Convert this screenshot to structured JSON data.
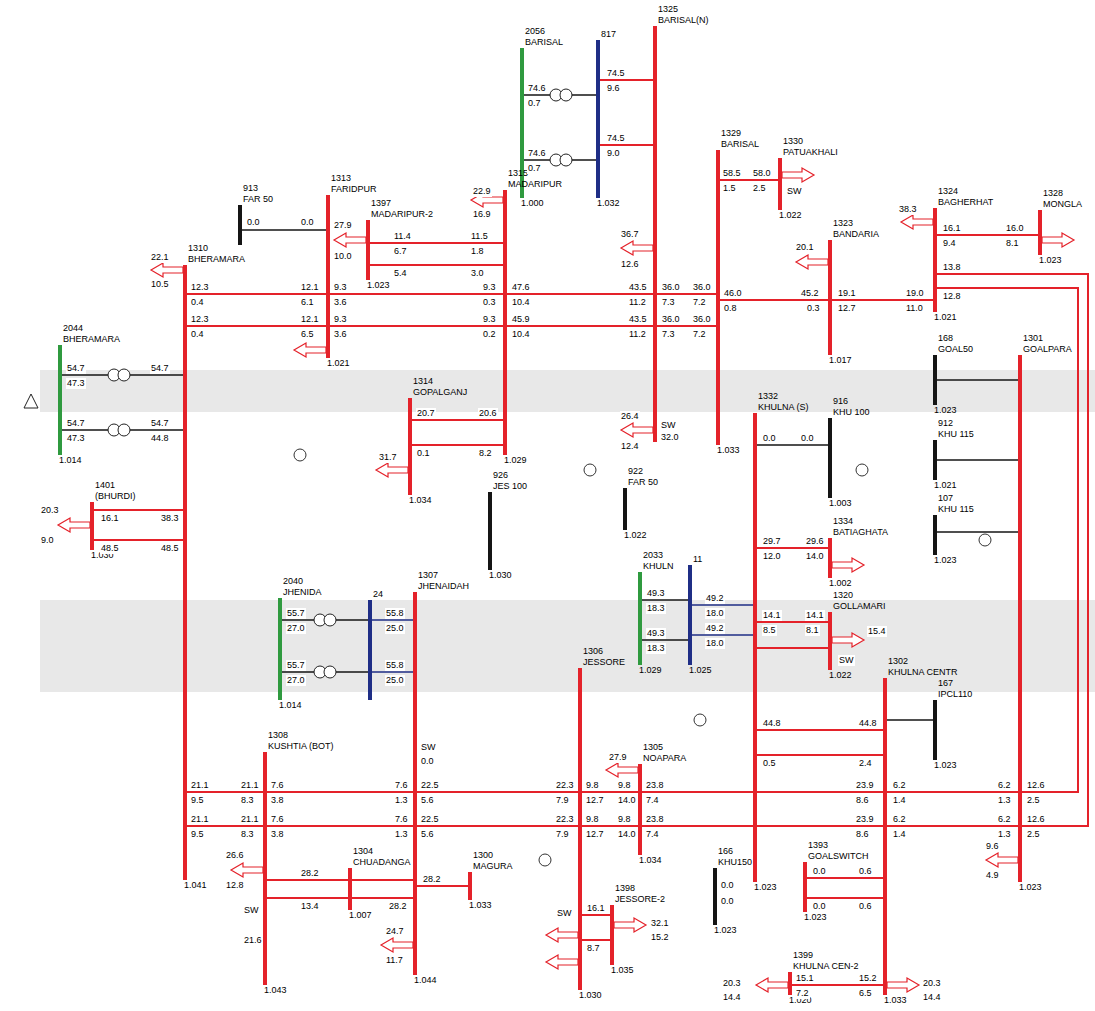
{
  "diagram": {
    "nodes": [
      {
        "text": [
          "2056",
          "BARISAL",
          "1.000"
        ]
      },
      {
        "text": [
          "817",
          "1.032"
        ]
      },
      {
        "text": [
          "1325",
          "BARISAL(N)"
        ]
      },
      {
        "text": [
          "913",
          "FAR 50"
        ]
      },
      {
        "text": [
          "1313",
          "FARIDPUR",
          "1.021"
        ]
      },
      {
        "text": [
          "1397",
          "MADARIPUR-2",
          "1.023"
        ]
      },
      {
        "text": [
          "1315",
          "MADARIPUR",
          "1.029"
        ]
      },
      {
        "text": [
          "1329",
          "BARISAL",
          "1.033"
        ]
      },
      {
        "text": [
          "1330",
          "PATUAKHALI",
          "1.022"
        ]
      },
      {
        "text": [
          "1324",
          "BAGHERHAT",
          "1.021"
        ]
      },
      {
        "text": [
          "1328",
          "MONGLA",
          "1.023"
        ]
      },
      {
        "text": [
          "1323",
          "BANDARIA",
          "1.017"
        ]
      },
      {
        "text": [
          "1310",
          "BHERAMARA",
          "1.041"
        ]
      },
      {
        "text": [
          "2044",
          "BHERAMARA",
          "1.014"
        ]
      },
      {
        "text": [
          "1401",
          "(BHURDI)",
          "1.030"
        ]
      },
      {
        "text": [
          "1314",
          "GOPALGANJ",
          "1.034"
        ]
      },
      {
        "text": [
          "922",
          "FAR 50",
          "1.022"
        ]
      },
      {
        "text": [
          "1301",
          "GOALPARA",
          "1.023"
        ]
      },
      {
        "text": [
          "168",
          "GOAL50",
          "1.023"
        ]
      },
      {
        "text": [
          "1332",
          "KHULNA (S)",
          "1.023"
        ]
      },
      {
        "text": [
          "916",
          "KHU 100",
          "1.003"
        ]
      },
      {
        "text": [
          "912",
          "KHU 115",
          "1.021"
        ]
      },
      {
        "text": [
          "1334",
          "BATIAGHATA",
          "1.002"
        ]
      },
      {
        "text": [
          "107",
          "KHU 115",
          "1.023"
        ]
      },
      {
        "text": [
          "2033",
          "KHULN",
          "1.029"
        ]
      },
      {
        "text": [
          "11",
          "1.025"
        ]
      },
      {
        "text": [
          "1320",
          "GOLLAMARI",
          "1.022"
        ]
      },
      {
        "text": [
          "2040",
          "JHENIDA",
          "1.014"
        ]
      },
      {
        "text": [
          "24"
        ]
      },
      {
        "text": [
          "1307",
          "JHENAIDAH",
          "1.044"
        ]
      },
      {
        "text": [
          "926",
          "JES 100",
          "1.030"
        ]
      },
      {
        "text": [
          "1306",
          "JESSORE",
          "1.030"
        ]
      },
      {
        "text": [
          "1305",
          "NOAPARA",
          "1.034"
        ]
      },
      {
        "text": [
          "1302",
          "KHULNA CENTR",
          "1.033"
        ]
      },
      {
        "text": [
          "167",
          "IPCL110",
          "1.023"
        ]
      },
      {
        "text": [
          "1308",
          "KUSHTIA (BOT)",
          "1.043"
        ]
      },
      {
        "text": [
          "1304",
          "CHUADANGA",
          "1.007"
        ]
      },
      {
        "text": [
          "1300",
          "MAGURA",
          "1.033"
        ]
      },
      {
        "text": [
          "166",
          "KHU150",
          "1.023"
        ]
      },
      {
        "text": [
          "1393",
          "GOALSWITCH",
          "1.023"
        ]
      },
      {
        "text": [
          "1398",
          "JESSORE-2",
          "1.035"
        ]
      },
      {
        "text": [
          "1399",
          "KHULNA CEN-2",
          "1.020"
        ]
      }
    ],
    "edges": [
      {
        "from": 0,
        "to": 1,
        "arrow": "none"
      },
      {
        "from": 0,
        "to": 1,
        "arrow": "none"
      },
      {
        "from": 1,
        "to": 2,
        "arrow": "none"
      },
      {
        "from": 1,
        "to": 2,
        "arrow": "none"
      },
      {
        "from": 12,
        "to": 4,
        "arrow": "none"
      },
      {
        "from": 12,
        "to": 4,
        "arrow": "none"
      },
      {
        "from": 4,
        "to": 6,
        "arrow": "none"
      },
      {
        "from": 4,
        "to": 6,
        "arrow": "none"
      },
      {
        "from": 6,
        "to": 2,
        "arrow": "none"
      },
      {
        "from": 6,
        "to": 2,
        "arrow": "none"
      },
      {
        "from": 2,
        "to": 7,
        "arrow": "none"
      },
      {
        "from": 2,
        "to": 7,
        "arrow": "none"
      },
      {
        "from": 7,
        "to": 8,
        "arrow": "none"
      },
      {
        "from": 7,
        "to": 11,
        "arrow": "none"
      },
      {
        "from": 11,
        "to": 9,
        "arrow": "none"
      },
      {
        "from": 9,
        "to": 10,
        "arrow": "none"
      },
      {
        "from": 9,
        "to": 17,
        "arrow": "none"
      },
      {
        "from": 9,
        "to": 17,
        "arrow": "none"
      },
      {
        "from": 6,
        "to": 5,
        "arrow": "none"
      },
      {
        "from": 6,
        "to": 5,
        "arrow": "none"
      },
      {
        "from": 6,
        "to": 15,
        "arrow": "none"
      },
      {
        "from": 6,
        "to": 15,
        "arrow": "none"
      },
      {
        "from": 13,
        "to": 12,
        "arrow": "none"
      },
      {
        "from": 13,
        "to": 12,
        "arrow": "none"
      },
      {
        "from": 14,
        "to": 12,
        "arrow": "none"
      },
      {
        "from": 14,
        "to": 12,
        "arrow": "none"
      },
      {
        "from": 12,
        "to": 35,
        "arrow": "none"
      },
      {
        "from": 12,
        "to": 35,
        "arrow": "none"
      },
      {
        "from": 35,
        "to": 29,
        "arrow": "none"
      },
      {
        "from": 35,
        "to": 29,
        "arrow": "none"
      },
      {
        "from": 29,
        "to": 31,
        "arrow": "none"
      },
      {
        "from": 29,
        "to": 31,
        "arrow": "none"
      },
      {
        "from": 31,
        "to": 32,
        "arrow": "none"
      },
      {
        "from": 31,
        "to": 32,
        "arrow": "none"
      },
      {
        "from": 32,
        "to": 33,
        "arrow": "none"
      },
      {
        "from": 32,
        "to": 33,
        "arrow": "none"
      },
      {
        "from": 33,
        "to": 17,
        "arrow": "none"
      },
      {
        "from": 33,
        "to": 17,
        "arrow": "none"
      },
      {
        "from": 19,
        "to": 20,
        "arrow": "none"
      },
      {
        "from": 19,
        "to": 22,
        "arrow": "none"
      },
      {
        "from": 19,
        "to": 26,
        "arrow": "none"
      },
      {
        "from": 19,
        "to": 26,
        "arrow": "none"
      },
      {
        "from": 19,
        "to": 33,
        "arrow": "none"
      },
      {
        "from": 19,
        "to": 33,
        "arrow": "none"
      },
      {
        "from": 24,
        "to": 25,
        "arrow": "none"
      },
      {
        "from": 24,
        "to": 25,
        "arrow": "none"
      },
      {
        "from": 25,
        "to": 19,
        "arrow": "none"
      },
      {
        "from": 25,
        "to": 19,
        "arrow": "none"
      },
      {
        "from": 27,
        "to": 28,
        "arrow": "none"
      },
      {
        "from": 27,
        "to": 28,
        "arrow": "none"
      },
      {
        "from": 28,
        "to": 29,
        "arrow": "none"
      },
      {
        "from": 28,
        "to": 29,
        "arrow": "none"
      },
      {
        "from": 33,
        "to": 39,
        "arrow": "none"
      },
      {
        "from": 33,
        "to": 39,
        "arrow": "none"
      },
      {
        "from": 33,
        "to": 41,
        "arrow": "none"
      },
      {
        "from": 31,
        "to": 40,
        "arrow": "none"
      },
      {
        "from": 31,
        "to": 40,
        "arrow": "none"
      },
      {
        "from": 35,
        "to": 36,
        "arrow": "none"
      },
      {
        "from": 35,
        "to": 36,
        "arrow": "none"
      },
      {
        "from": 36,
        "to": 29,
        "arrow": "none"
      },
      {
        "from": 36,
        "to": 29,
        "arrow": "none"
      },
      {
        "from": 29,
        "to": 37,
        "arrow": "none"
      },
      {
        "from": 33,
        "to": 34,
        "arrow": "none"
      },
      {
        "from": 17,
        "to": 18,
        "arrow": "none"
      },
      {
        "from": 17,
        "to": 21,
        "arrow": "none"
      },
      {
        "from": 17,
        "to": 23,
        "arrow": "none"
      },
      {
        "from": 3,
        "to": 4,
        "arrow": "none"
      }
    ],
    "labels": [
      "74.6",
      "0.7",
      "74.6",
      "0.7",
      "74.5",
      "9.6",
      "74.5",
      "9.0",
      "0.0",
      "0.0",
      "27.9",
      "10.0",
      "11.4",
      "6.7",
      "11.5",
      "1.8",
      "5.4",
      "3.0",
      "22.9",
      "16.9",
      "12.3",
      "0.4",
      "12.3",
      "0.4",
      "12.1",
      "6.1",
      "12.1",
      "6.5",
      "9.3",
      "3.6",
      "9.3",
      "3.6",
      "9.3",
      "0.3",
      "9.3",
      "0.2",
      "47.6",
      "10.4",
      "45.9",
      "10.4",
      "43.5",
      "11.2",
      "43.5",
      "11.2",
      "36.0",
      "7.3",
      "36.0",
      "7.3",
      "36.0",
      "7.2",
      "36.0",
      "7.2",
      "46.0",
      "0.8",
      "45.2",
      "0.3",
      "19.1",
      "12.7",
      "19.0",
      "11.0",
      "58.5",
      "1.5",
      "58.0",
      "2.5",
      "SW",
      "20.1",
      "16.1",
      "9.4",
      "16.0",
      "8.1",
      "13.8",
      "12.8",
      "38.3",
      "36.7",
      "12.6",
      "26.4",
      "12.4",
      "SW",
      "32.0",
      "54.7",
      "47.3",
      "54.7",
      "47.3",
      "54.7",
      "54.7",
      "44.8",
      "22.1",
      "10.5",
      "16.1",
      "48.5",
      "38.3",
      "48.5",
      "20.3",
      "9.0",
      "20.7",
      "0.1",
      "20.6",
      "8.2",
      "31.7",
      "0.0",
      "0.0",
      "29.7",
      "12.0",
      "29.6",
      "14.0",
      "14.1",
      "8.5",
      "14.1",
      "8.1",
      "15.4",
      "49.2",
      "18.0",
      "49.2",
      "18.0",
      "49.3",
      "18.3",
      "49.3",
      "18.3",
      "44.8",
      "0.5",
      "44.8",
      "2.4",
      "21.1",
      "9.5",
      "21.1",
      "9.5",
      "21.1",
      "8.3",
      "21.1",
      "8.3",
      "7.6",
      "3.8",
      "7.6",
      "3.8",
      "7.6",
      "1.3",
      "7.6",
      "1.3",
      "22.5",
      "5.6",
      "22.5",
      "5.6",
      "22.3",
      "7.9",
      "22.3",
      "7.9",
      "9.8",
      "12.7",
      "9.8",
      "12.7",
      "9.8",
      "14.0",
      "9.8",
      "14.0",
      "23.8",
      "7.4",
      "23.8",
      "7.4",
      "23.9",
      "8.6",
      "23.9",
      "8.6",
      "6.2",
      "1.4",
      "6.2",
      "1.4",
      "6.2",
      "1.3",
      "6.2",
      "1.3",
      "12.6",
      "2.5",
      "12.6",
      "2.5",
      "27.9",
      "SW",
      "0.0",
      "55.7",
      "27.0",
      "55.7",
      "27.0",
      "55.8",
      "25.0",
      "55.8",
      "25.0",
      "26.6",
      "12.8",
      "SW",
      "21.6",
      "28.2",
      "13.4",
      "28.2",
      "28.2",
      "24.7",
      "11.7",
      "SW",
      "16.1",
      "8.7",
      "32.1",
      "15.2",
      "0.0",
      "0.0",
      "0.0",
      "0.6",
      "0.0",
      "0.6",
      "15.1",
      "15.2",
      "7.2",
      "6.5",
      "20.3",
      "14.4",
      "20.3",
      "14.4",
      "9.6",
      "4.9",
      "SW"
    ]
  }
}
